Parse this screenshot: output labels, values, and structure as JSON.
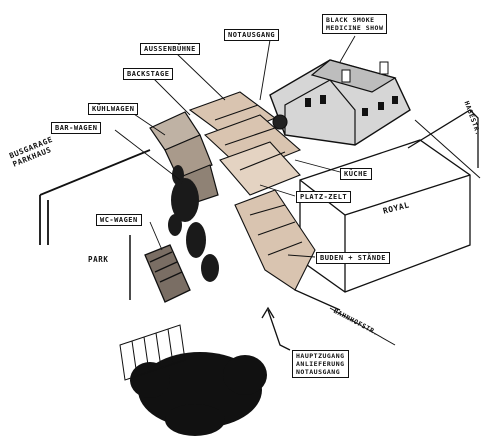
{
  "labels": {
    "black_smoke": [
      "BLACK SMOKE",
      "MEDICINE SHOW"
    ],
    "notausgang": "NOTAUSGANG",
    "aussenbuehne": "AUSSENBÜHNE",
    "backstage": "BACKSTAGE",
    "kuehlwagen": "KÜHLWAGEN",
    "bar_wagen": "BAR-WAGEN",
    "kueche": "KÜCHE",
    "platz_zelt": "PLATZ-ZELT",
    "wc_wagen": "WC-WAGEN",
    "buden_staende": "BUDEN + STÄNDE",
    "hauptzugang": [
      "HAUPTZUGANG",
      "ANLIEFERUNG",
      "NOTAUSGANG"
    ]
  },
  "street_names": {
    "busgarage": [
      "BUSGARAGE",
      "PARKHAUS"
    ],
    "park": "PARK",
    "royal": "ROYAL",
    "hasestr": "HASESTR.",
    "bahnhofstr": "BAHNHOFSTR."
  },
  "colors": {
    "ink": "#111111",
    "tan_fill": "#d9c4b0",
    "gray_fill": "#c8c8c8",
    "paper": "#ffffff"
  }
}
